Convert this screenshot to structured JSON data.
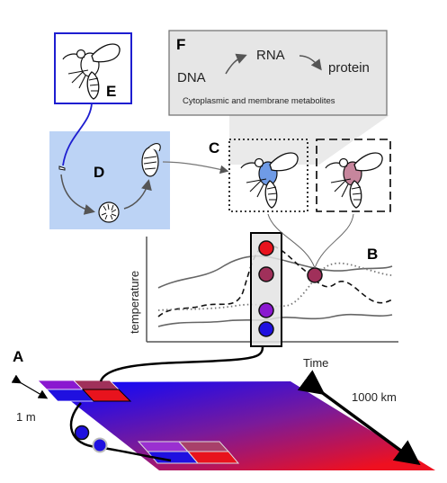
{
  "panels": {
    "a": "A",
    "b": "B",
    "c": "C",
    "d": "D",
    "e": "E",
    "f": "F"
  },
  "scales": {
    "small": "1 m",
    "large": "1000 km"
  },
  "plot": {
    "ylabel": "temperature",
    "xlabel": "Time"
  },
  "dogma": {
    "dna": "DNA",
    "rna": "RNA",
    "protein": "protein",
    "metabolites": "Cytoplasmic and membrane metabolites"
  },
  "colors": {
    "hot": "#e8131d",
    "warm": "#a0305a",
    "cool": "#8a18d0",
    "cold": "#1f10e0",
    "lifecycle_box": "#bcd3f5",
    "dogma_box": "#e6e6e6",
    "fly_box_border": "#1e1ed0",
    "fly_blue_spot": "#6f9be6",
    "fly_pink_spot": "#c7869d"
  },
  "icons": [
    "fly-adult-icon",
    "egg-icon",
    "larva-icon",
    "pupa-icon"
  ]
}
